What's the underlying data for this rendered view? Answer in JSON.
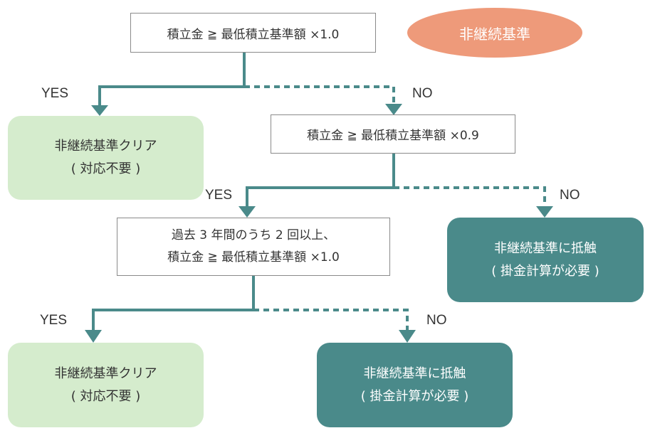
{
  "badge": "非継続基準",
  "nodes": {
    "cond1": "積立金 ≧ 最低積立基準額 ×1.0",
    "cond2": "積立金 ≧ 最低積立基準額 ×0.9",
    "cond3": {
      "line1": "過去 3 年間のうち 2 回以上、",
      "line2": "積立金 ≧ 最低積立基準額 ×1.0"
    },
    "clear1": {
      "line1": "非継続基準クリア",
      "line2": "( 対応不要 )"
    },
    "clear2": {
      "line1": "非継続基準クリア",
      "line2": "( 対応不要 )"
    },
    "hit1": {
      "line1": "非継続基準に抵触",
      "line2": "( 掛金計算が必要 )"
    },
    "hit2": {
      "line1": "非継続基準に抵触",
      "line2": "( 掛金計算が必要 )"
    }
  },
  "labels": {
    "yes1": "YES",
    "no1": "NO",
    "yes2": "YES",
    "no2": "NO",
    "yes3": "YES",
    "no3": "NO"
  },
  "colors": {
    "connector": "#4a8a8a",
    "clear_fill": "#d5eccd",
    "hit_fill": "#4a8a8a",
    "badge_fill": "#ee9a7a",
    "box_border": "#8a8a8a"
  }
}
